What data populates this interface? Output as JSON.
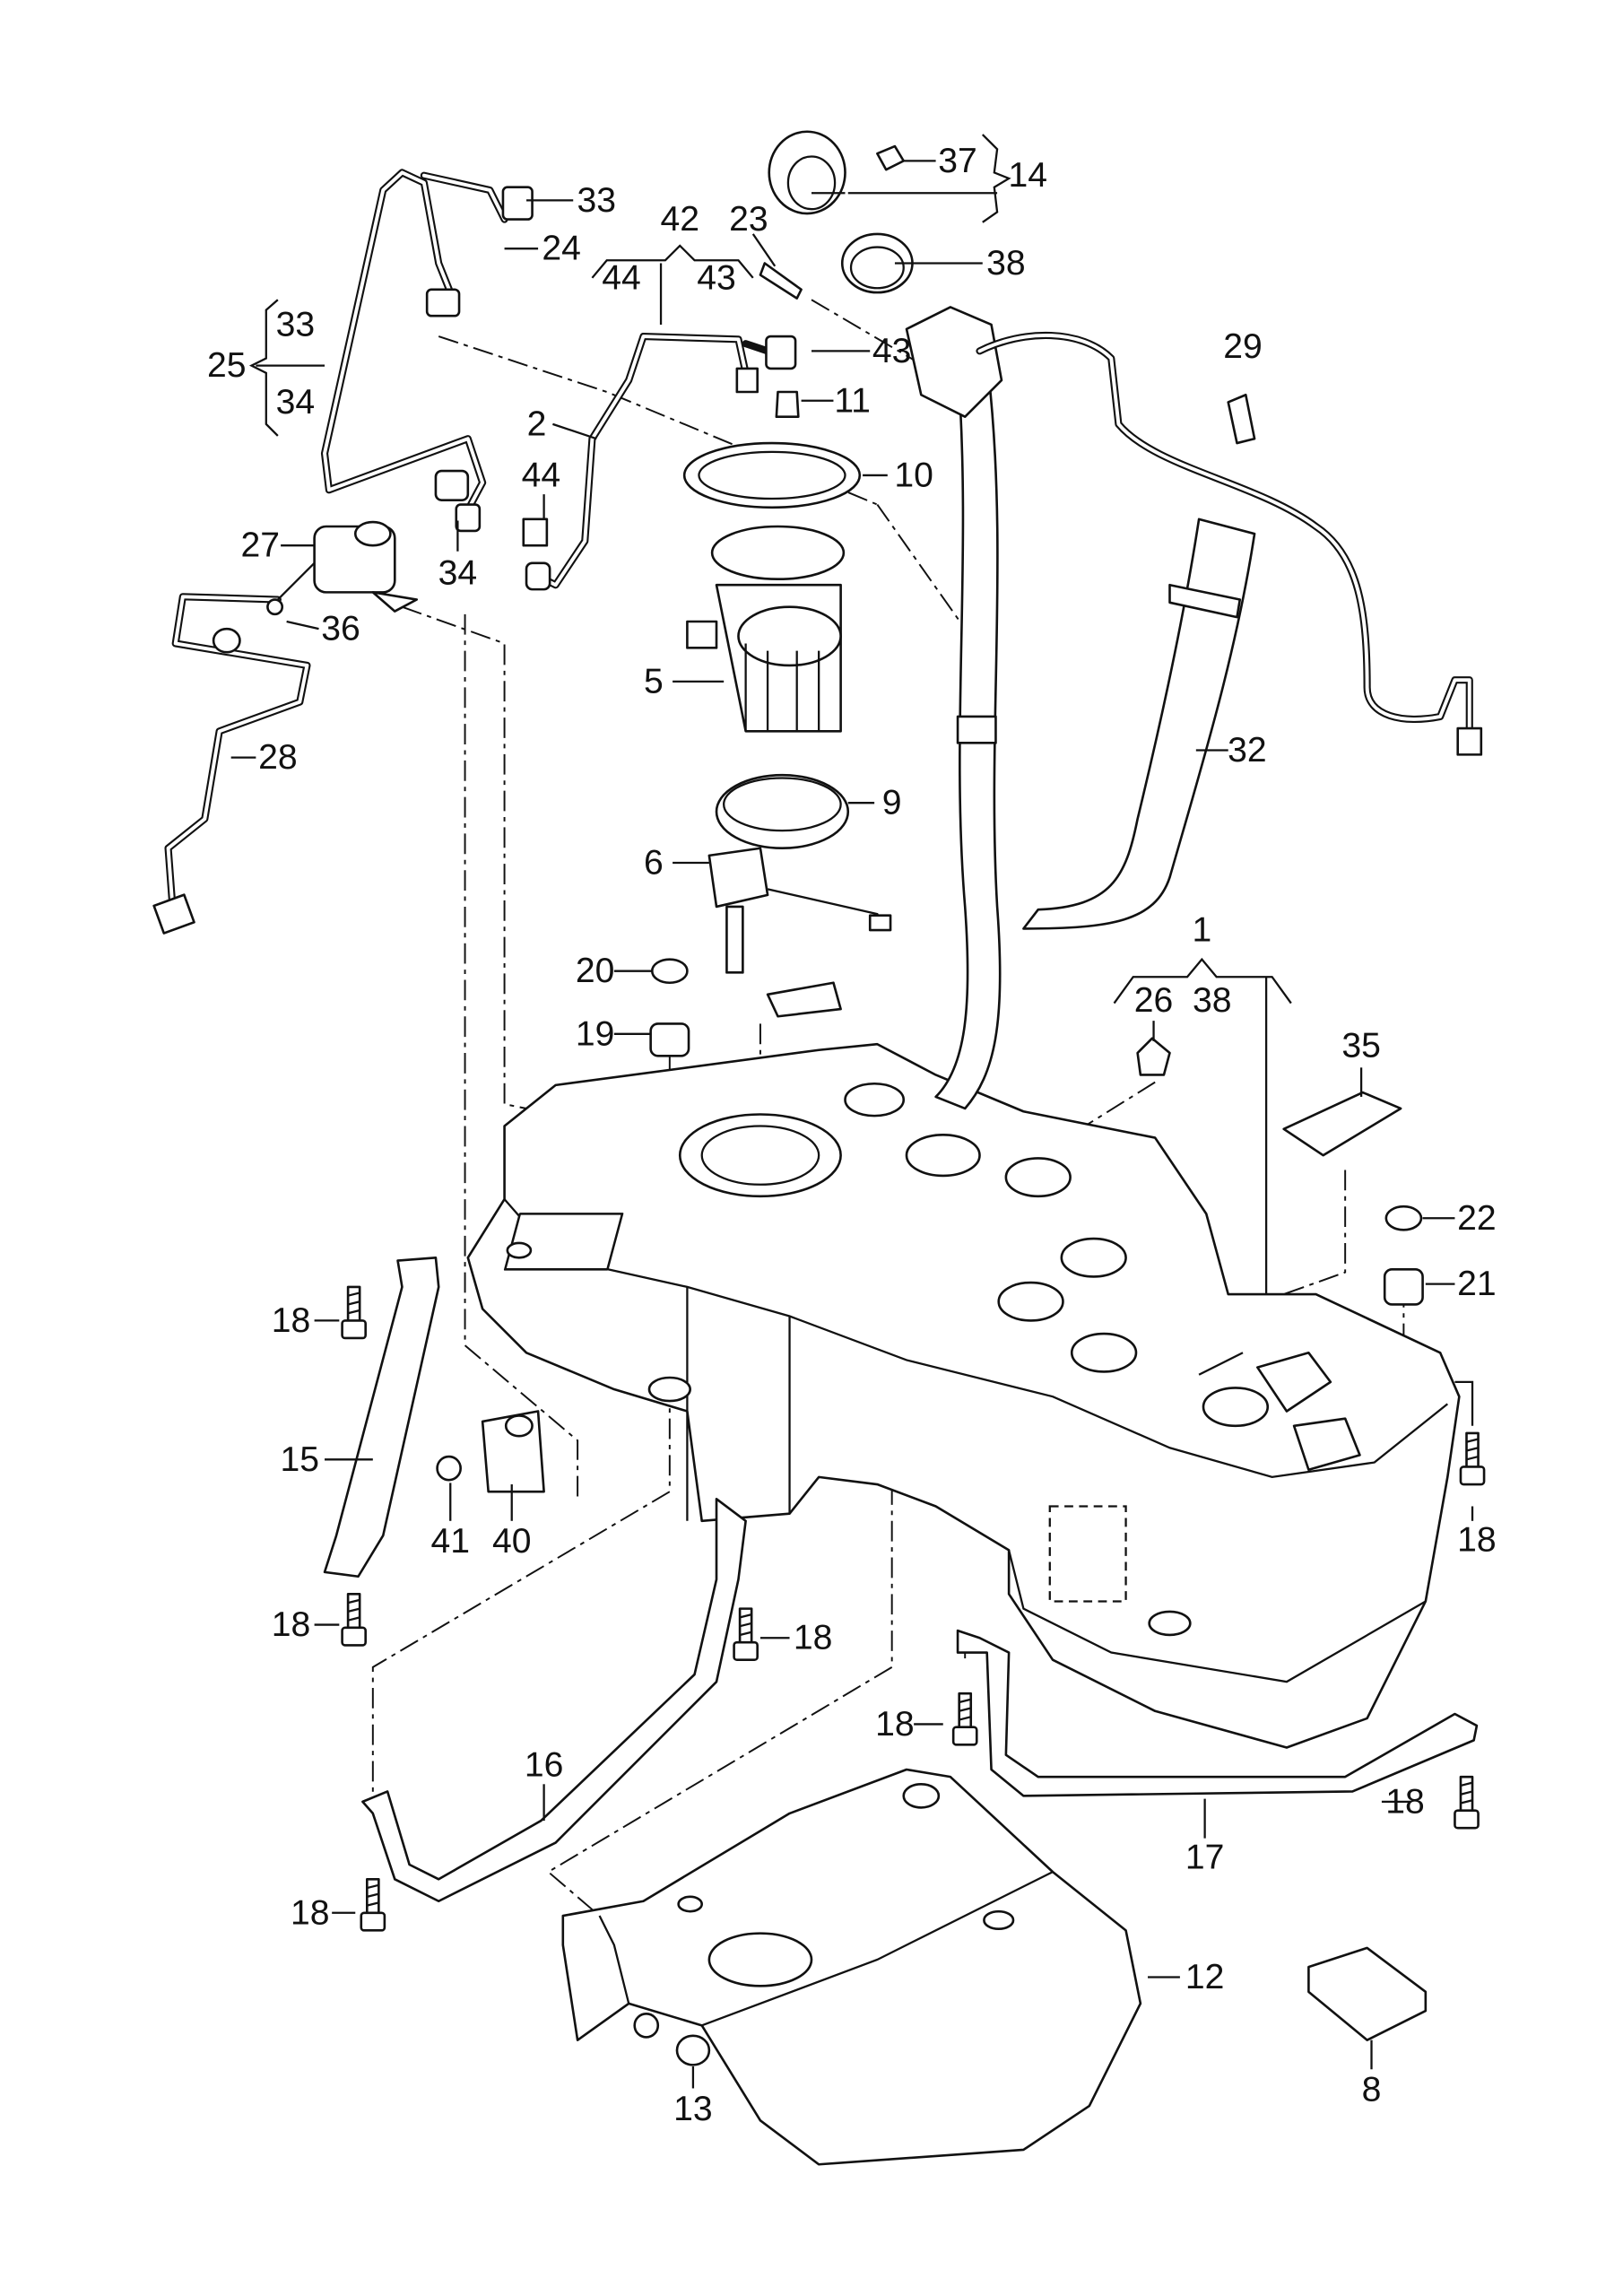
{
  "diagram": {
    "type": "exploded parts diagram",
    "line_color": "#111111",
    "background": "#ffffff",
    "part_labels": [
      "37",
      "14",
      "33",
      "42",
      "23",
      "24",
      "44",
      "43",
      "38",
      "33",
      "25",
      "34",
      "29",
      "43",
      "11",
      "2",
      "10",
      "44",
      "27",
      "34",
      "36",
      "5",
      "32",
      "28",
      "9",
      "6",
      "1",
      "20",
      "26",
      "38",
      "19",
      "35",
      "22",
      "21",
      "18",
      "15",
      "41",
      "40",
      "18",
      "18",
      "18",
      "18",
      "16",
      "18",
      "17",
      "18",
      "12",
      "13",
      "8"
    ]
  }
}
